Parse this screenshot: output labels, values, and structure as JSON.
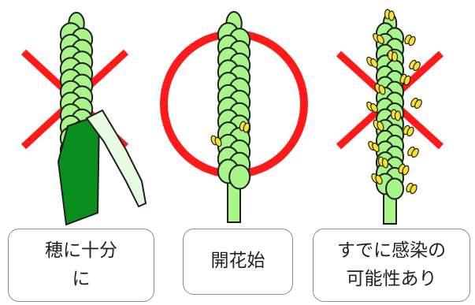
{
  "colors": {
    "mark_red": "#ff1a1a",
    "grain_fill": "#a8f58a",
    "grain_outline": "#1f1f1f",
    "leaf_dark": "#0a8f1e",
    "leaf_light": "#e6fbe0",
    "anther": "#f7e12a",
    "stem": "#a8f58a"
  },
  "panels": [
    {
      "mark": "cross",
      "mark_icon": "red-x-mark-icon",
      "illustration": "wheat-ear-in-sheath-icon",
      "label_lines": [
        "穂に十分",
        "に"
      ]
    },
    {
      "mark": "circle",
      "mark_icon": "red-circle-mark-icon",
      "illustration": "wheat-ear-flowering-icon",
      "label_lines": [
        "開花始"
      ]
    },
    {
      "mark": "cross",
      "mark_icon": "red-x-mark-icon",
      "illustration": "wheat-ear-full-bloom-icon",
      "label_lines": [
        "すでに感染の",
        "可能性あり"
      ]
    }
  ]
}
